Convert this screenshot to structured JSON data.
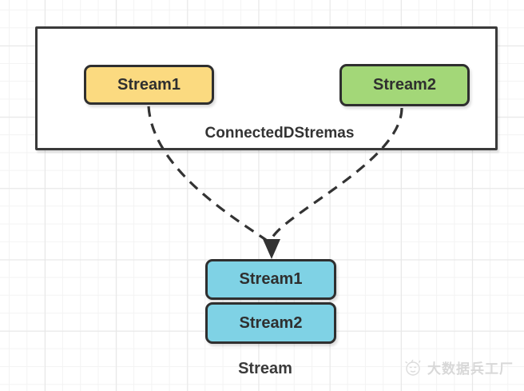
{
  "diagram": {
    "outer_group": {
      "label": "ConnectedDStremas",
      "nodes": [
        {
          "label": "Stream1",
          "fill": "#FBDA80"
        },
        {
          "label": "Stream2",
          "fill": "#A3D778"
        }
      ]
    },
    "arrow": {
      "style": "dashed",
      "color": "#333333"
    },
    "merged_group": {
      "label": "Stream",
      "nodes": [
        {
          "label": "Stream1",
          "fill": "#7FD2E5"
        },
        {
          "label": "Stream2",
          "fill": "#7FD2E5"
        }
      ]
    },
    "colors": {
      "node_border": "#2F2F2F",
      "outer_border": "#3A3A3A",
      "text": "#333333",
      "grid_minor": "#F3F3F3",
      "grid_major": "#E7E7E7"
    }
  },
  "watermark": {
    "text": "大数据兵工厂",
    "color": "#D8D8D8"
  }
}
